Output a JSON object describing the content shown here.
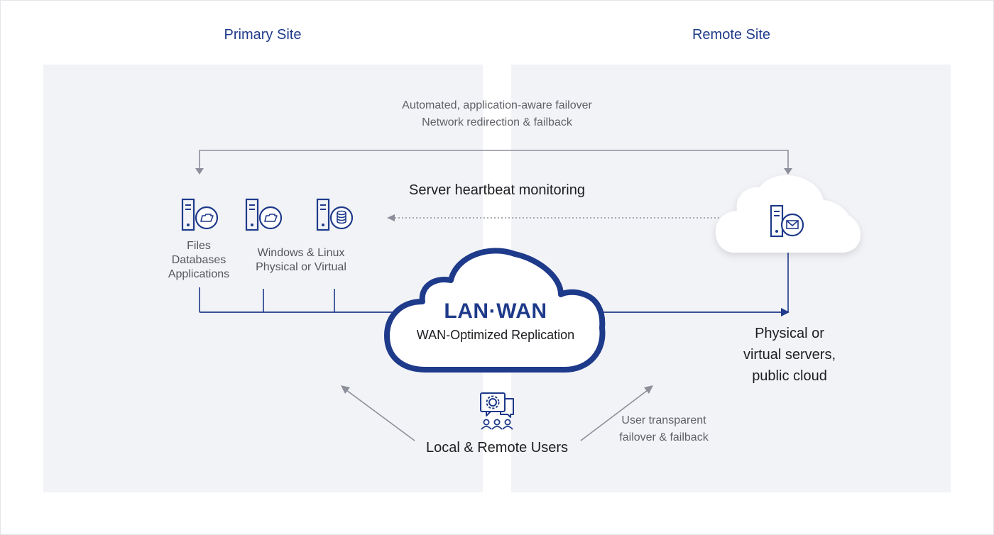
{
  "sites": {
    "primary_title": "Primary Site",
    "remote_title": "Remote Site"
  },
  "failover": {
    "line1": "Automated, application-aware failover",
    "line2": "Network redirection & failback"
  },
  "heartbeat": {
    "label": "Server heartbeat monitoring"
  },
  "servers": {
    "files_lines": [
      "Files",
      "Databases",
      "Applications"
    ],
    "winlinux_lines": [
      "Windows & Linux",
      "Physical or Virtual"
    ]
  },
  "cloud": {
    "title": "LAN·WAN",
    "subtitle": "WAN-Optimized Replication"
  },
  "destination": {
    "lines": [
      "Physical or",
      "virtual servers,",
      "public cloud"
    ]
  },
  "users": {
    "label": "Local & Remote Users",
    "transparent_lines": [
      "User transparent",
      "failover & failback"
    ]
  },
  "icons": {
    "server_folder": "server-folder-icon",
    "server_database": "server-database-icon",
    "server_mail": "server-mail-icon",
    "users_support": "users-support-icon",
    "cloud": "cloud-icon"
  },
  "colors": {
    "navy": "#1e3a8a",
    "panel": "#f2f3f7",
    "arrow_gray": "#8d8f9a",
    "text_dark": "#1d1d22",
    "text_gray": "#5f6068"
  }
}
